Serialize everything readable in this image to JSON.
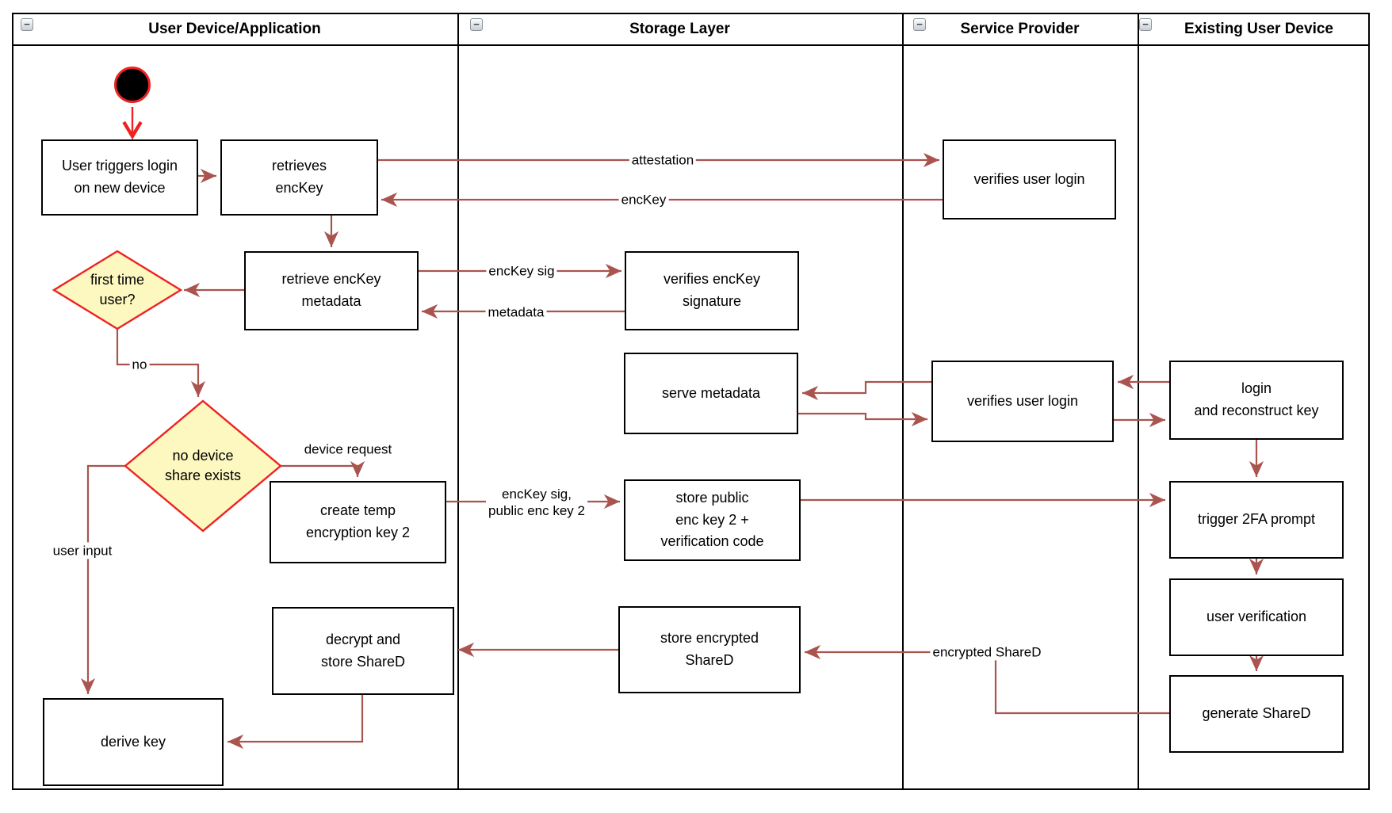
{
  "lanes": [
    {
      "title": "User Device/Application"
    },
    {
      "title": "Storage Layer"
    },
    {
      "title": "Service Provider"
    },
    {
      "title": "Existing User Device"
    }
  ],
  "icons": {
    "collapse_glyph": "−"
  },
  "nodes": {
    "user_triggers": "User triggers login\non new device",
    "retrieves_enckey": "retrieves\nencKey",
    "retrieve_metadata": "retrieve encKey\nmetadata",
    "first_time": "first time\nuser?",
    "no_device_share": "no device\nshare exists",
    "create_temp": "create temp\nencryption key 2",
    "decrypt_store": "decrypt and\nstore ShareD",
    "derive_key": "derive key",
    "verifies_sig": "verifies encKey\nsignature",
    "serve_metadata": "serve metadata",
    "store_public": "store public\nenc key 2 +\nverification code",
    "store_encrypted": "store encrypted\nShareD",
    "verifies_login_top": "verifies user login",
    "verifies_login_mid": "verifies user login",
    "login_reconstruct": "login\nand reconstruct key",
    "trigger_2fa": "trigger 2FA prompt",
    "user_verification": "user verification",
    "generate_shared": "generate ShareD"
  },
  "edge_labels": {
    "attestation": "attestation",
    "enckey": "encKey",
    "enckey_sig": "encKey sig",
    "metadata": "metadata",
    "no": "no",
    "device_request": "device request",
    "user_input": "user input",
    "enckey_sig_public": "encKey sig,\npublic enc key 2",
    "encrypted_shared": "encrypted ShareD"
  },
  "colors": {
    "arrow": "#a9544f",
    "accent_red": "#ee2222",
    "diamond_fill": "#fcf8c0",
    "diamond_border": "#ee2222",
    "node_border": "#000000",
    "node_fill": "#ffffff"
  }
}
